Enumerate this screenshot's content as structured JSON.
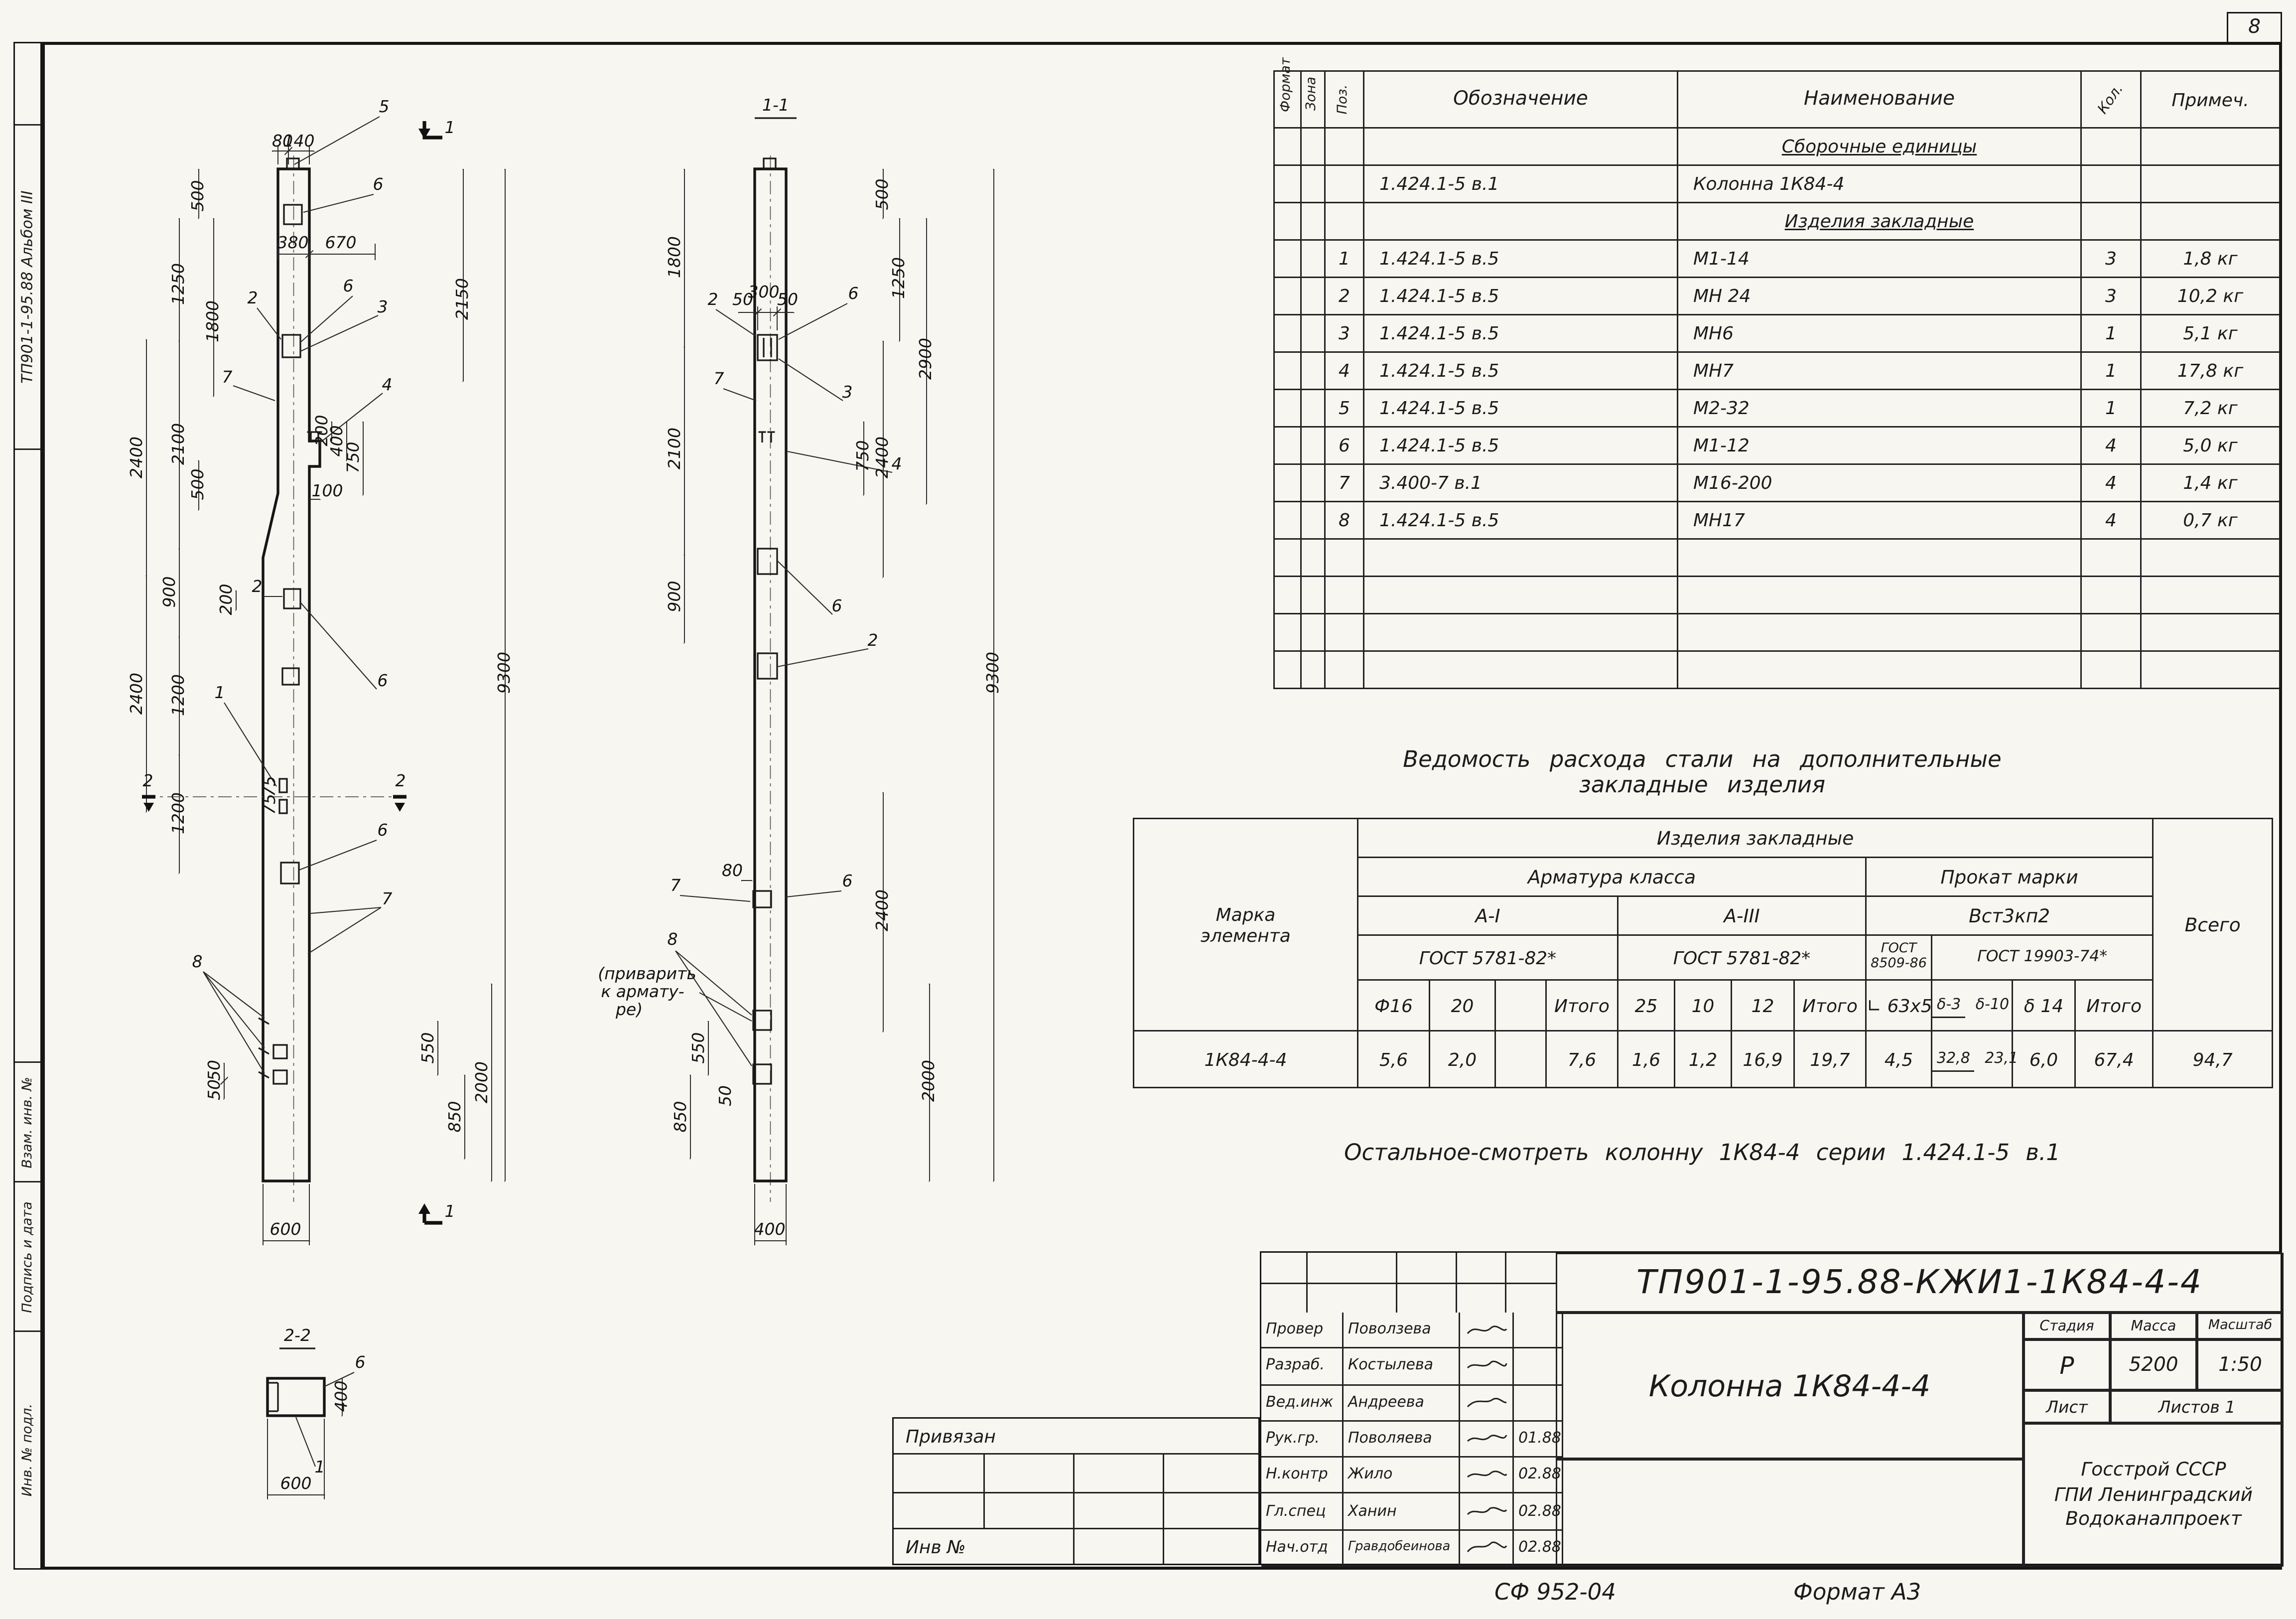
{
  "page": {
    "number": "8",
    "stamp_code": "СФ 952-04",
    "format_label": "Формат А3"
  },
  "margin": {
    "album": "ТП901-1-95.88  Альбом III",
    "vzam": "Взам. инв. №",
    "podpis": "Подпись и дата",
    "inv": "Инв. № подл."
  },
  "spec": {
    "col_format": "Формат",
    "col_zona": "Зона",
    "col_poz": "Поз.",
    "col_oboz": "Обозначение",
    "col_naim": "Наименование",
    "col_kol": "Кол.",
    "col_prim": "Примеч.",
    "group1": "Сборочные единицы",
    "assembly_oboz": "1.424.1-5  в.1",
    "assembly_naim": "Колонна  1К84-4",
    "group2": "Изделия  закладные",
    "rows": [
      {
        "poz": "1",
        "oboz": "1.424.1-5  в.5",
        "naim": "М1-14",
        "kol": "3",
        "prim": "1,8 кг"
      },
      {
        "poz": "2",
        "oboz": "1.424.1-5  в.5",
        "naim": "МН 24",
        "kol": "3",
        "prim": "10,2 кг"
      },
      {
        "poz": "3",
        "oboz": "1.424.1-5  в.5",
        "naim": "МН6",
        "kol": "1",
        "prim": "5,1 кг"
      },
      {
        "poz": "4",
        "oboz": "1.424.1-5  в.5",
        "naim": "МН7",
        "kol": "1",
        "prim": "17,8 кг"
      },
      {
        "poz": "5",
        "oboz": "1.424.1-5  в.5",
        "naim": "М2-32",
        "kol": "1",
        "prim": "7,2 кг"
      },
      {
        "poz": "6",
        "oboz": "1.424.1-5  в.5",
        "naim": "М1-12",
        "kol": "4",
        "prim": "5,0 кг"
      },
      {
        "poz": "7",
        "oboz": "3.400-7  в.1",
        "naim": "М16-200",
        "kol": "4",
        "prim": "1,4 кг"
      },
      {
        "poz": "8",
        "oboz": "1.424.1-5  в.5",
        "naim": "МН17",
        "kol": "4",
        "prim": "0,7 кг"
      }
    ]
  },
  "ved": {
    "title1": "Ведомость    расхода  стали  на  дополнительные",
    "title2": "закладные   изделия",
    "marka1": "Марка",
    "marka2": "элемента",
    "izdel": "Изделия    закладные",
    "armatura": "Арматура    класса",
    "prokat": "Прокат  марки",
    "a1": "А-I",
    "a3": "А-III",
    "vst": "Вст3кп2",
    "gost1": "ГОСТ 5781-82*",
    "gost2": "ГОСТ 5781-82*",
    "gost3a": "ГОСТ",
    "gost3b": "8509-86",
    "gost4": "ГОСТ 19903-74*",
    "s1": "Ф16",
    "s2": "20",
    "s3": "",
    "s4": "Итого",
    "s5": "25",
    "s6": "10",
    "s7": "12",
    "s8": "Итого",
    "s9": "∟ 63х5",
    "s10a": "δ-3",
    "s10b": "δ-10",
    "s11": "δ 14",
    "s12": "Итого",
    "vsego": "Всего",
    "row": {
      "m": "1К84-4-4",
      "v1": "5,6",
      "v2": "2,0",
      "v3": "",
      "v4": "7,6",
      "v5": "1,6",
      "v6": "1,2",
      "v7": "16,9",
      "v8": "19,7",
      "v9": "4,5",
      "v10a": "32,8",
      "v10b": "23,1",
      "v11": "6,0",
      "v12": "67,4",
      "total": "94,7"
    }
  },
  "note": "Остальное-смотреть  колонну 1К84-4  серии 1.424.1-5 в.1",
  "tb": {
    "docnum": "ТП901-1-95.88-КЖИ1-1К84-4-4",
    "title": "Колонна 1К84-4-4",
    "rows": [
      {
        "role": "Провер",
        "name": "Поволзева",
        "date": ""
      },
      {
        "role": "Разраб.",
        "name": "Костылева",
        "date": ""
      },
      {
        "role": "Вед.инж",
        "name": "Андреева",
        "date": ""
      },
      {
        "role": "Рук.гр.",
        "name": "Поволяева",
        "date": "01.88"
      },
      {
        "role": "Н.контр",
        "name": "Жило",
        "date": "02.88"
      },
      {
        "role": "Гл.спец",
        "name": "Ханин",
        "date": "02.88"
      },
      {
        "role": "Нач.отд",
        "name": "Гравдобеинова",
        "date": "02.88"
      }
    ],
    "privyazan": "Привязан",
    "inv": "Инв №",
    "stad_h": "Стадия",
    "mass_h": "Масса",
    "scale_h": "Масштаб",
    "stad": "Р",
    "mass": "5200",
    "scale": "1:50",
    "list": "Лист",
    "listov": "Листов 1",
    "org1": "Госстрой СССР",
    "org2": "ГПИ Ленинградский",
    "org3": "Водоканалпроект"
  },
  "dw": {
    "lv": [
      "80",
      "140",
      "5",
      "1",
      "6",
      "500",
      "380",
      "670",
      "1250",
      "1800",
      "2150",
      "2",
      "6",
      "3",
      "7",
      "4",
      "200",
      "400",
      "750",
      "100",
      "2400",
      "2100",
      "500",
      "9300",
      "900",
      "200",
      "2",
      "6",
      "2400",
      "1200",
      "1",
      "75",
      "75",
      "2",
      "2",
      "1200",
      "6",
      "7",
      "8",
      "50",
      "50",
      "550",
      "850",
      "2000",
      "600",
      "1"
    ],
    "det": [
      "2-2",
      "6",
      "400",
      "1",
      "600"
    ],
    "rv": [
      "1-1",
      "1800",
      "2",
      "50",
      "300",
      "50",
      "6",
      "500",
      "1250",
      "2900",
      "7",
      "3",
      "750",
      "4",
      "2100",
      "2400",
      "900",
      "6",
      "2",
      "9300",
      "2400",
      "8",
      "(приварить",
      "к армату-",
      "ре)",
      "80",
      "7",
      "6",
      "550",
      "850",
      "50",
      "2000",
      "400"
    ]
  }
}
